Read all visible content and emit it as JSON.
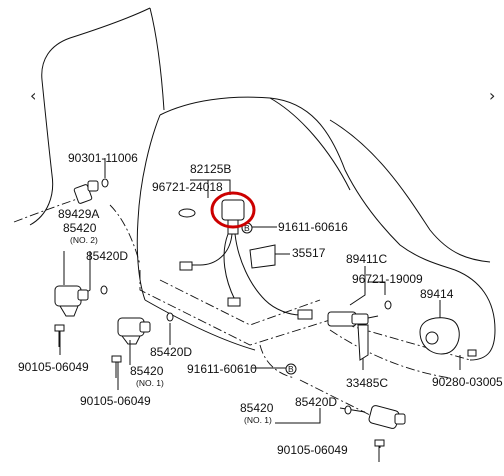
{
  "nav": {
    "prev_icon": "chevron-left-icon",
    "next_icon": "chevron-right-icon"
  },
  "highlight_color": "#cc0000",
  "labels": {
    "p90301": "90301-11006",
    "p89429a": "89429A",
    "p85420_no2": "85420",
    "no2": "(NO. 2)",
    "p85420d_top": "85420D",
    "p90105_left": "90105-06049",
    "p82125b": "82125B",
    "p96721_24018": "96721-24018",
    "p91611_60616": "91611-60616",
    "p35517": "35517",
    "p89411c": "89411C",
    "p96721_19009": "96721-19009",
    "p89414": "89414",
    "p85420d_mid": "85420D",
    "p85420_no1a": "85420",
    "no1a": "(NO. 1)",
    "p90105_mid": "90105-06049",
    "p91611_60610": "91611-60610",
    "p33485c": "33485C",
    "p90280": "90280-03005",
    "p85420_no1b": "85420",
    "no1b": "(NO. 1)",
    "p85420d_bot": "85420D",
    "p90105_bot": "90105-06049"
  }
}
